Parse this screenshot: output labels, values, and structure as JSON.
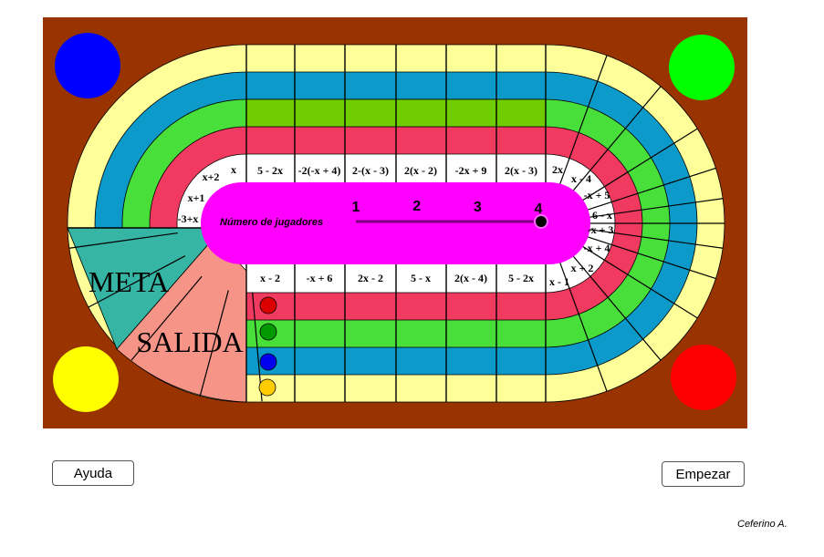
{
  "board": {
    "colors": {
      "frame": "#993300",
      "yellow_ring": "#ffff99",
      "blue_ring": "#0b9ac9",
      "green_ring": "#49df3b",
      "strip_green": "#6fcc00",
      "red_ring": "#f03a5f",
      "white_ring": "#ffffff",
      "center": "#ff00ff",
      "meta": "#36b4a4",
      "salida": "#f69488"
    },
    "corner_tokens": [
      {
        "name": "blue-corner-token",
        "color": "#0000ff"
      },
      {
        "name": "green-corner-token",
        "color": "#00ff00"
      },
      {
        "name": "yellow-corner-token",
        "color": "#ffff00"
      },
      {
        "name": "red-corner-token",
        "color": "#ff0000"
      }
    ],
    "meta_label": "META",
    "salida_label": "SALIDA",
    "top_cells": [
      "5 - 2x",
      "-2(-x + 4)",
      "2-(x - 3)",
      "2(x - 2)",
      "-2x + 9",
      "2(x - 3)"
    ],
    "bottom_cells": [
      "x - 2",
      "-x + 6",
      "2x - 2",
      "5 - x",
      "2(x - 4)",
      "5 - 2x"
    ],
    "left_cells": [
      "-3+x",
      "x+1",
      "x+2",
      "x"
    ],
    "right_cells": [
      "2x",
      "x - 4",
      "-x + 5",
      "6 - x",
      "-x + 3",
      "-x + 4",
      "x + 2",
      "x - 1"
    ],
    "player_tokens": [
      {
        "name": "red-player-token",
        "color": "#dd0000"
      },
      {
        "name": "green-player-token",
        "color": "#009900"
      },
      {
        "name": "blue-player-token",
        "color": "#0000ee"
      },
      {
        "name": "yellow-player-token",
        "color": "#ffcc00"
      }
    ],
    "player_count": {
      "label": "Número de jugadores",
      "options": [
        "1",
        "2",
        "3",
        "4"
      ],
      "selected": 4
    }
  },
  "buttons": {
    "help": "Ayuda",
    "start": "Empezar"
  },
  "author": "Ceferino A."
}
